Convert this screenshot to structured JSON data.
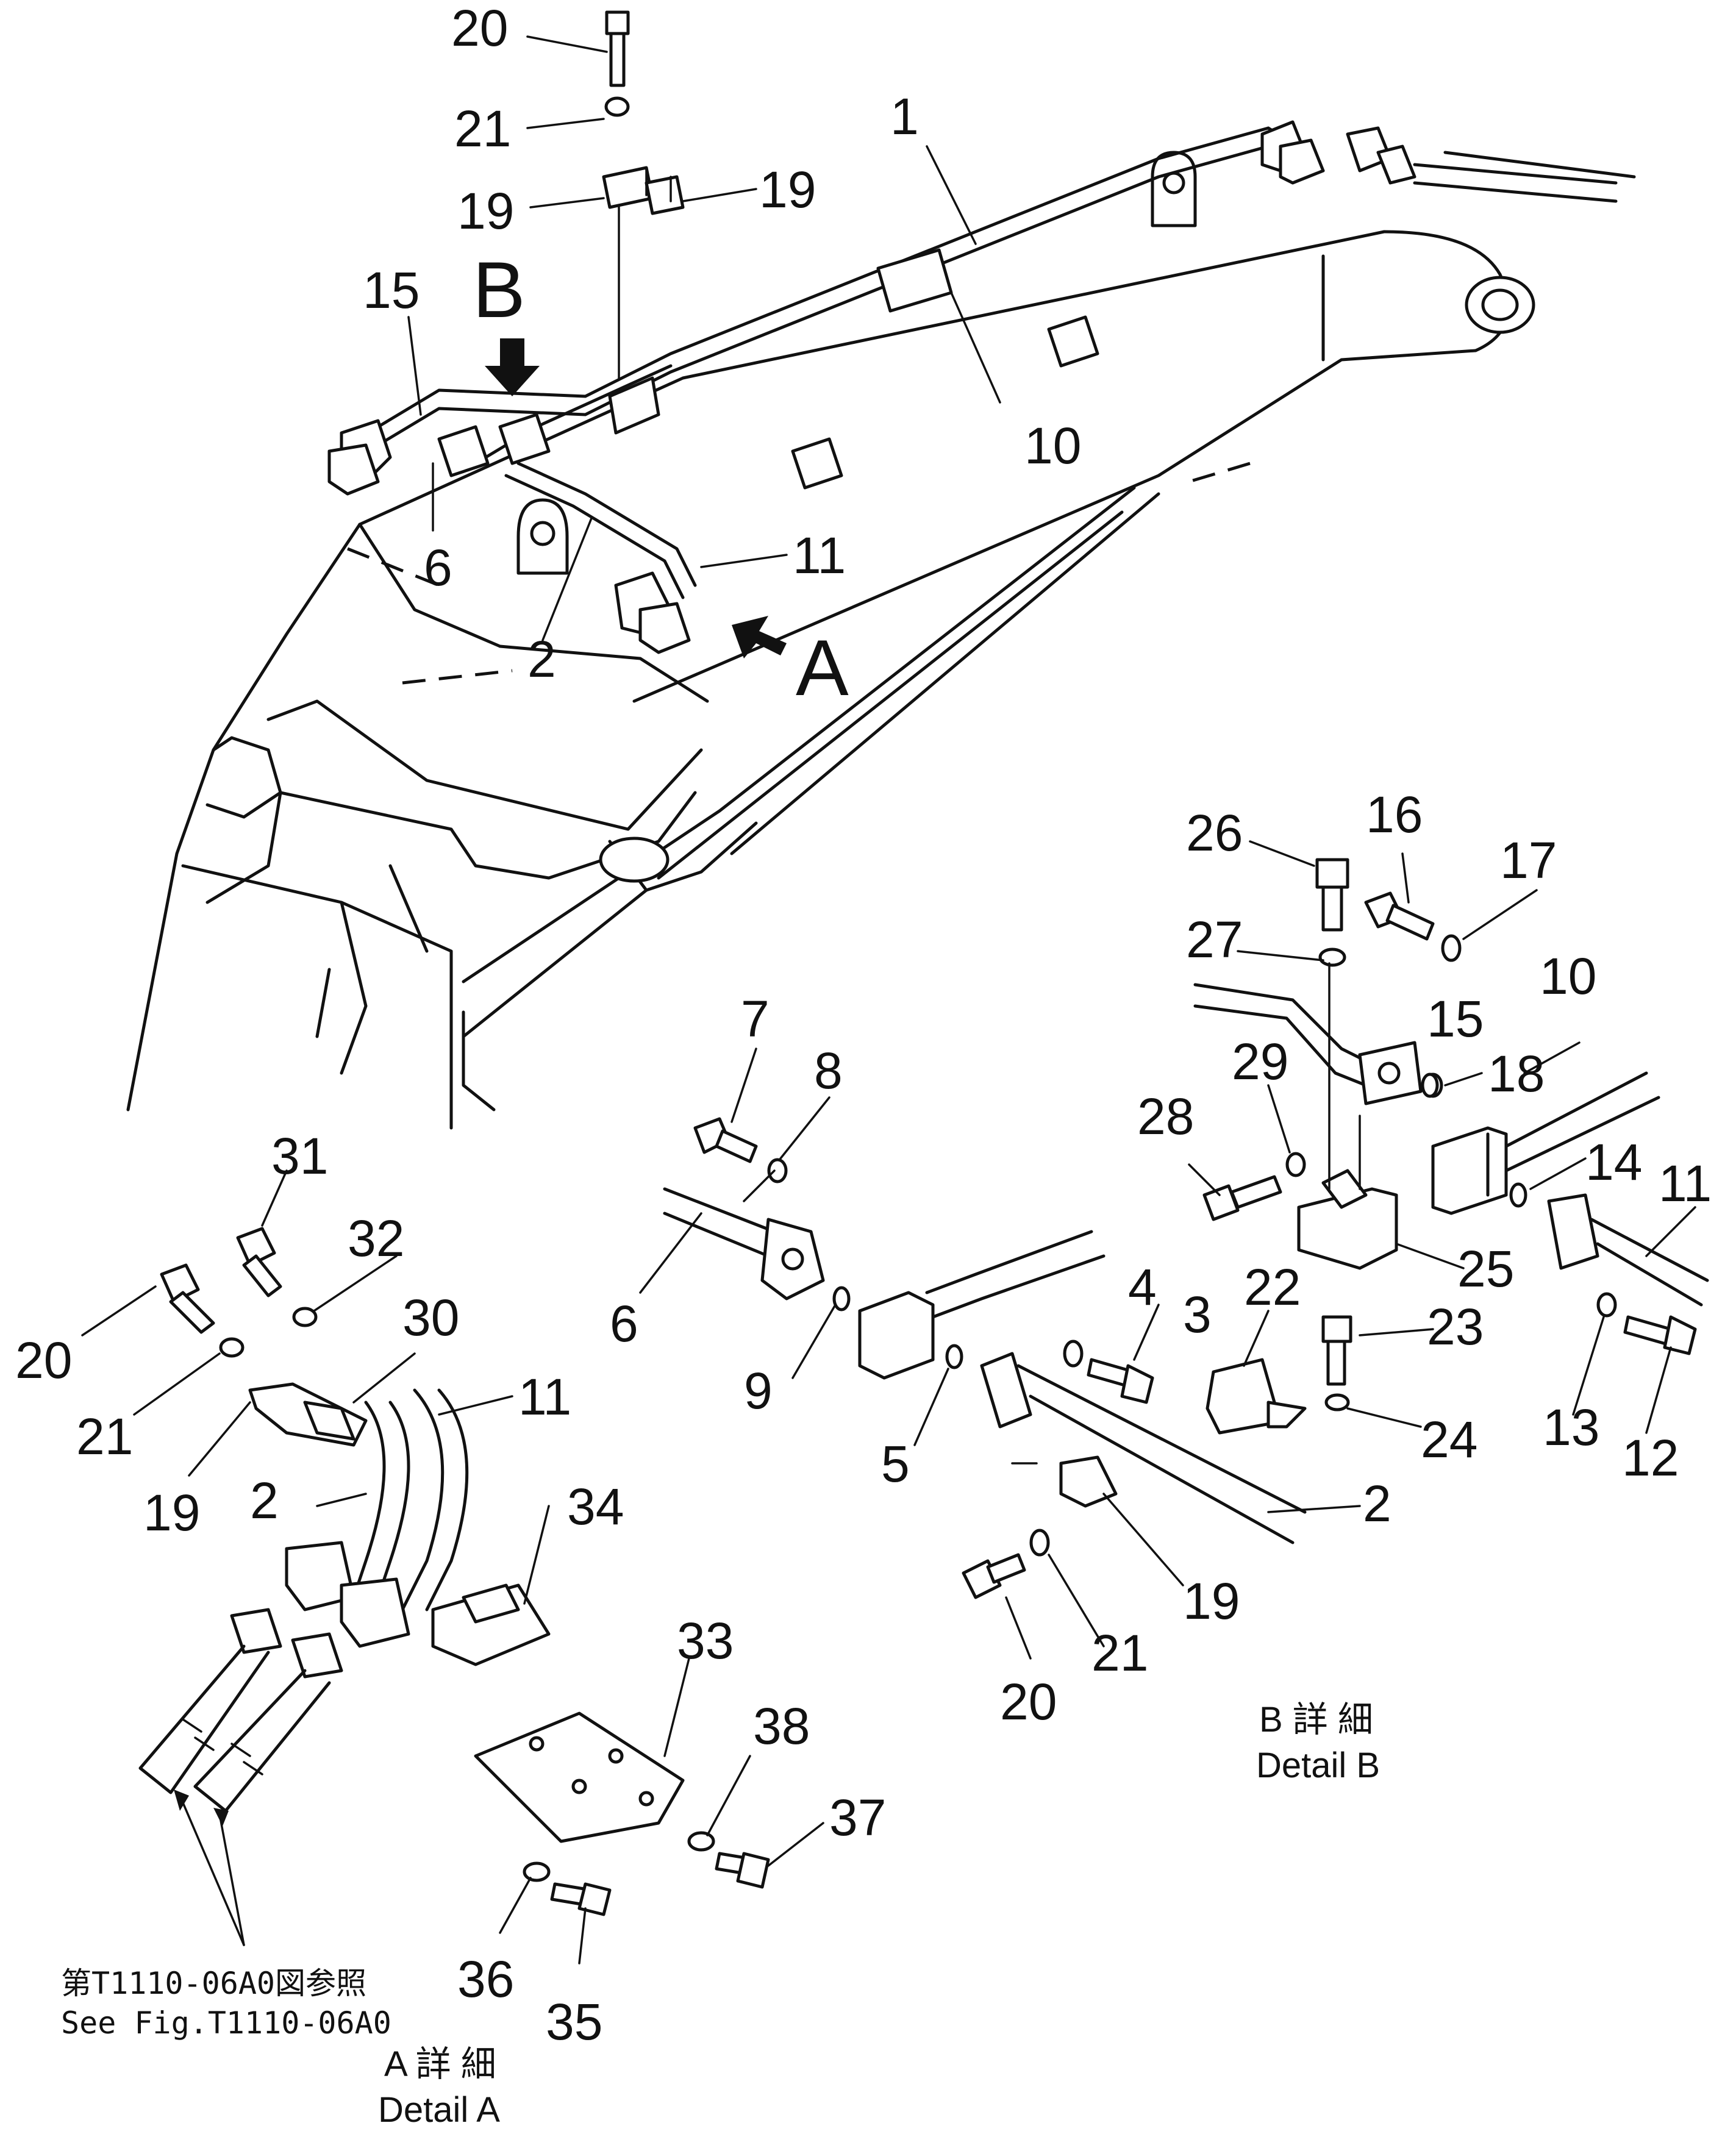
{
  "callouts": [
    "20",
    "21",
    "19",
    "19",
    "1",
    "15",
    "10",
    "6",
    "11",
    "2",
    "A",
    "B",
    "26",
    "16",
    "17",
    "27",
    "15",
    "10",
    "29",
    "18",
    "28",
    "14",
    "11",
    "25",
    "22",
    "23",
    "24",
    "13",
    "12",
    "7",
    "8",
    "6",
    "9",
    "5",
    "4",
    "3",
    "2",
    "19",
    "21",
    "20",
    "31",
    "32",
    "20",
    "21",
    "30",
    "11",
    "19",
    "2",
    "34",
    "33",
    "38",
    "37",
    "36",
    "35"
  ],
  "detail_a": {
    "jp": "A 詳 細",
    "en": "Detail A"
  },
  "detail_b": {
    "jp": "B 詳 細",
    "en": "Detail B"
  },
  "reference": {
    "jp": "第T1110-06A0図参照",
    "en": "See Fig.T1110-06A0"
  },
  "icons": [
    "arrow-A-icon",
    "arrow-B-icon"
  ]
}
